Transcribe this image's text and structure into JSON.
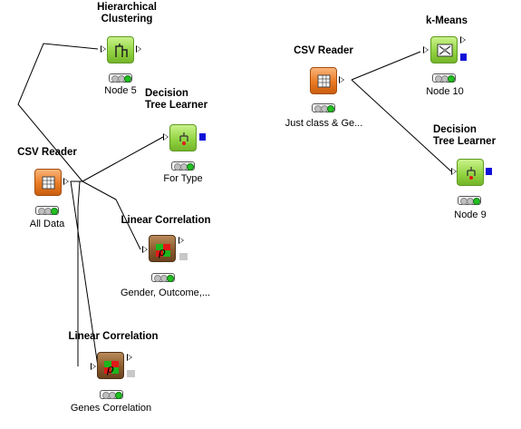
{
  "nodes": {
    "hier_clustering": {
      "title": "Hierarchical\nClustering",
      "label": "Node 5"
    },
    "csv_all": {
      "title": "CSV Reader",
      "label": "All Data"
    },
    "dt_type": {
      "title": "Decision\nTree Learner",
      "label": "For Type"
    },
    "lincorr_1": {
      "title": "Linear Correlation",
      "label": "Gender, Outcome,..."
    },
    "lincorr_2": {
      "title": "Linear Correlation",
      "label": "Genes Correlation"
    },
    "csv_just": {
      "title": "CSV Reader",
      "label": "Just class & Ge..."
    },
    "kmeans": {
      "title": "k-Means",
      "label": "Node 10"
    },
    "dt_9": {
      "title": "Decision\nTree Learner",
      "label": "Node 9"
    }
  },
  "colors": {
    "status_on": "#22c022",
    "status_off": "#bfbfbf",
    "model_port": "#1010d8"
  }
}
